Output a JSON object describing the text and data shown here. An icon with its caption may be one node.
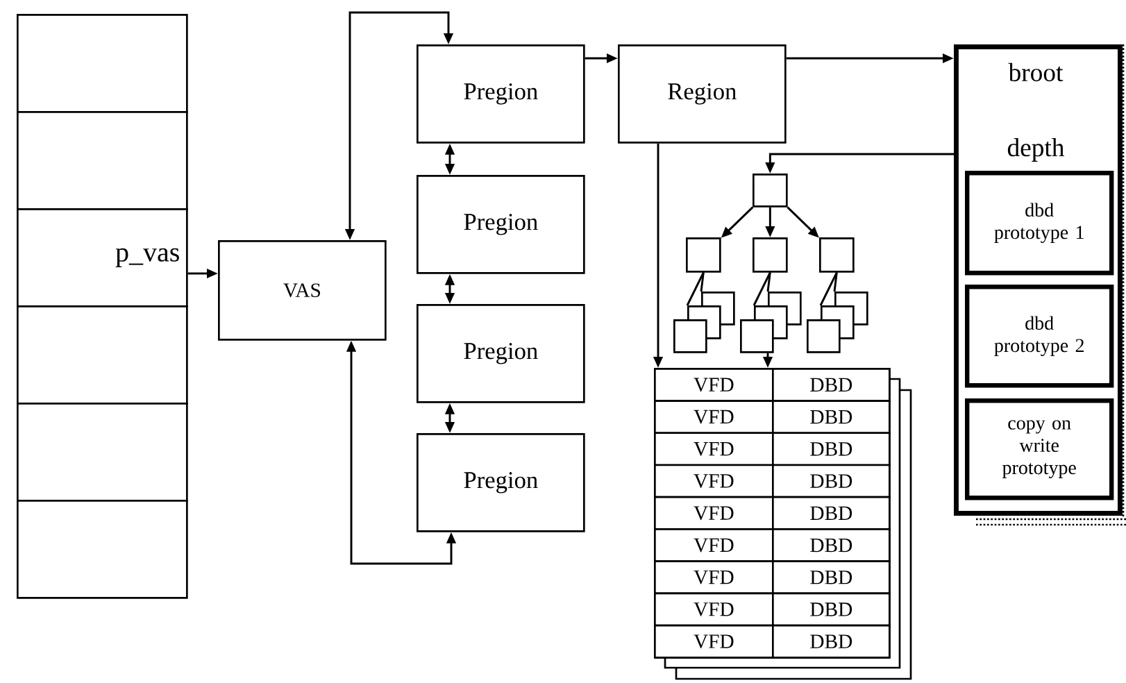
{
  "diagram": {
    "nodes": [
      {
        "text": [],
        "shape": "box"
      },
      {
        "text": [],
        "shape": "box"
      },
      {
        "text": [
          "p_vas"
        ]
      },
      {
        "text": [],
        "shape": "box"
      },
      {
        "text": [],
        "shape": "box"
      },
      {
        "text": [],
        "shape": "box"
      },
      {
        "text": [
          "VAS"
        ]
      },
      {
        "text": [
          "Pregion"
        ]
      },
      {
        "text": [
          "Pregion"
        ]
      },
      {
        "text": [
          "Pregion"
        ]
      },
      {
        "text": [
          "Pregion"
        ]
      },
      {
        "text": [
          "Region"
        ]
      },
      {
        "text": [
          "broot",
          "depth"
        ]
      },
      {
        "text": [
          "dbd prototype 1"
        ],
        "in": 12
      },
      {
        "text": [
          "dbd prototype 2"
        ],
        "in": 12
      },
      {
        "text": [
          "copy on write prototype"
        ],
        "in": 12
      },
      {
        "text": [],
        "shape": "box"
      },
      {
        "text": [],
        "shape": "box"
      },
      {
        "text": [],
        "shape": "box"
      },
      {
        "text": [],
        "shape": "box"
      },
      {
        "text": [],
        "shape": "box"
      },
      {
        "text": [],
        "shape": "box"
      },
      {
        "text": [],
        "shape": "box"
      },
      {
        "text": [],
        "shape": "box"
      },
      {
        "text": [],
        "shape": "box"
      },
      {
        "text": [],
        "shape": "box"
      },
      {
        "text": [],
        "shape": "box"
      },
      {
        "text": [],
        "shape": "box"
      },
      {
        "text": [],
        "shape": "box"
      },
      {
        "text": [],
        "shape": "box"
      }
    ],
    "edges": [
      {
        "from": 2,
        "to": 6,
        "arrow": "to"
      },
      {
        "from": 6,
        "to": 7,
        "arrow": "both"
      },
      {
        "from": 6,
        "to": 10,
        "arrow": "both"
      },
      {
        "from": 7,
        "to": 8,
        "arrow": "both"
      },
      {
        "from": 8,
        "to": 9,
        "arrow": "both"
      },
      {
        "from": 9,
        "to": 10,
        "arrow": "both"
      },
      {
        "from": 7,
        "to": 11,
        "arrow": "to"
      },
      {
        "from": 11,
        "to": 12,
        "arrow": "to"
      },
      {
        "from": 11,
        "to": 29,
        "arrow": "to"
      },
      {
        "from": 12,
        "to": 16,
        "arrow": "to"
      },
      {
        "from": 16,
        "to": 17,
        "arrow": "to"
      },
      {
        "from": 16,
        "to": 18,
        "arrow": "to"
      },
      {
        "from": 16,
        "to": 19,
        "arrow": "to"
      },
      {
        "from": 17,
        "to": 21,
        "arrow": "none"
      },
      {
        "from": 17,
        "to": 22,
        "arrow": "none"
      },
      {
        "from": 18,
        "to": 24,
        "arrow": "none"
      },
      {
        "from": 18,
        "to": 25,
        "arrow": "none"
      },
      {
        "from": 19,
        "to": 27,
        "arrow": "none"
      },
      {
        "from": 19,
        "to": 28,
        "arrow": "none"
      },
      {
        "from": 23,
        "to": 29,
        "arrow": "to"
      }
    ],
    "labels": [
      "VFD",
      "DBD",
      "VFD",
      "DBD",
      "VFD",
      "DBD",
      "VFD",
      "DBD",
      "VFD",
      "DBD",
      "VFD",
      "DBD",
      "VFD",
      "DBD",
      "VFD",
      "DBD",
      "VFD",
      "DBD"
    ]
  }
}
